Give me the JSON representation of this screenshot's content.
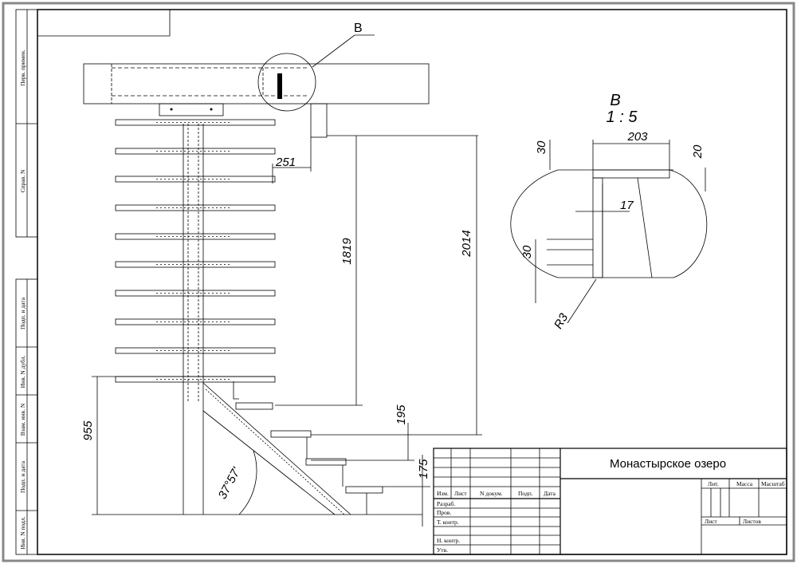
{
  "view": {
    "callout_letter": "B",
    "detail_title": "B",
    "detail_scale": "1 : 5"
  },
  "dimensions": {
    "d251": "251",
    "d1819": "1819",
    "d2014": "2014",
    "d955": "955",
    "d195": "195",
    "d175": "175",
    "angle": "37°57'",
    "det_203": "203",
    "det_30_top": "30",
    "det_20": "20",
    "det_17": "17",
    "det_30_bottom": "30",
    "det_r3": "R3"
  },
  "side_stamps": [
    "Перв. примен.",
    "Справ. N",
    "Подп. и дата",
    "Инв. N дубл.",
    "Взам. инв. N",
    "Подп. и дата",
    "Инв. N подл."
  ],
  "title_block": {
    "title": "Монастырское озеро",
    "col_izm": "Изм.",
    "col_list": "Лист",
    "col_ndok": "N докум.",
    "col_podp": "Подп.",
    "col_data": "Дата",
    "row_razrab": "Разраб.",
    "row_prov": "Пров.",
    "row_tkontr": "Т. контр.",
    "row_nkontr": "Н. контр.",
    "row_utv": "Утв.",
    "lit": "Лит.",
    "massa": "Масса",
    "masshtab": "Масштаб",
    "list": "Лист",
    "listov": "Листов"
  }
}
